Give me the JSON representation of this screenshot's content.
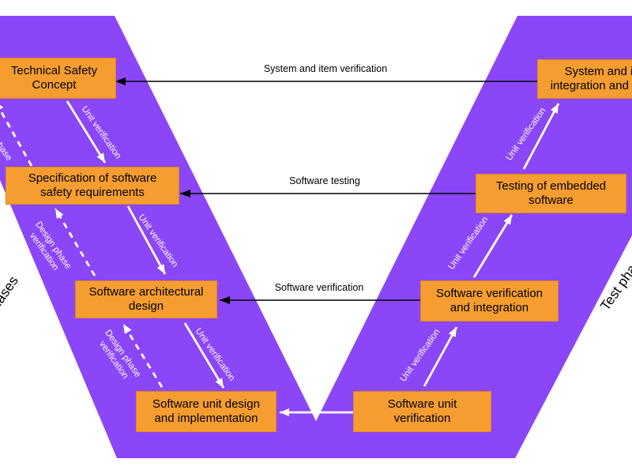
{
  "diagram_type": "v-model",
  "colors": {
    "v_purple": "#8B46F7",
    "box_orange": "#F59D30",
    "box_border": "#E0861B",
    "arrow_black": "#000000",
    "arrow_white": "#FFFFFF"
  },
  "axes": {
    "left_label": "Design phases",
    "right_label": "Test phases"
  },
  "boxes": [
    {
      "id": "technical-safety-concept",
      "label": "Technical Safety\nConcept"
    },
    {
      "id": "spec-software-safety-requirements",
      "label": "Specification of software\nsafety requirements"
    },
    {
      "id": "software-architectural-design",
      "label": "Software architectural\ndesign"
    },
    {
      "id": "software-unit-design-implementation",
      "label": "Software unit design\nand implementation"
    },
    {
      "id": "system-item-integration-testing",
      "label": "System and item\nintegration and testing"
    },
    {
      "id": "testing-embedded-software",
      "label": "Testing of embedded\nsoftware"
    },
    {
      "id": "software-verification-integration",
      "label": "Software verification\nand integration"
    },
    {
      "id": "software-unit-verification",
      "label": "Software unit\nverification"
    }
  ],
  "horizontal_arrows": [
    {
      "label": "System and item verification"
    },
    {
      "label": "Software testing"
    },
    {
      "label": "Software verification"
    }
  ],
  "flow_labels": {
    "unit_verification": "Unit verification",
    "design_phase_verification": "Design phase\nverification"
  }
}
